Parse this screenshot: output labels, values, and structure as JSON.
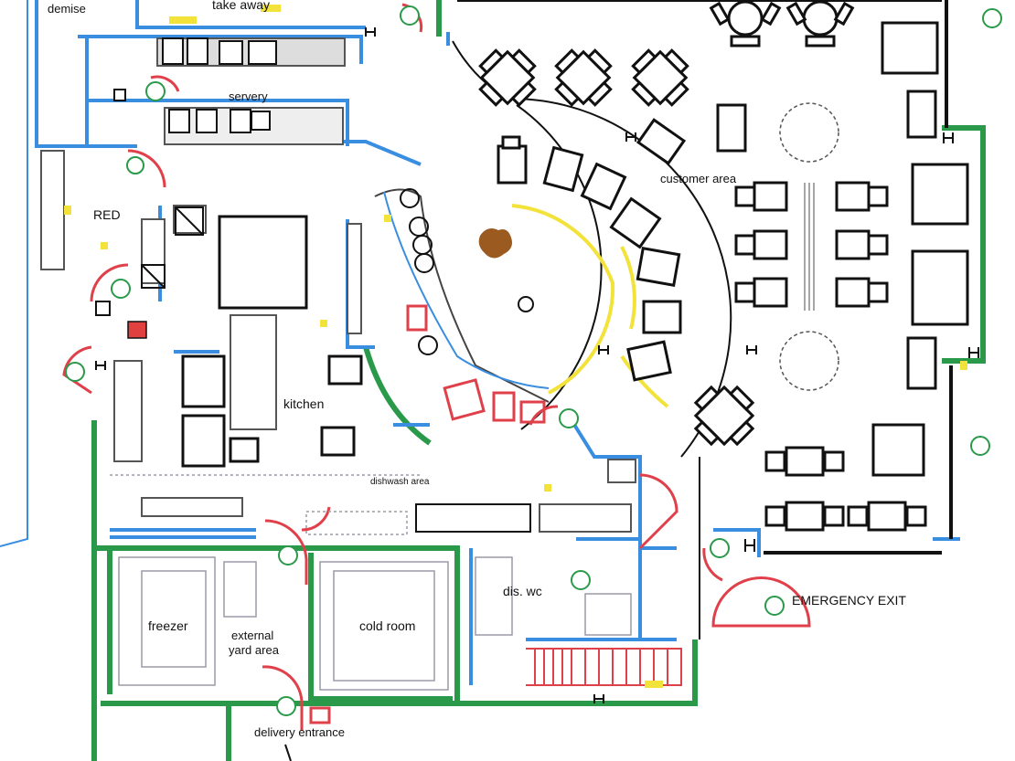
{
  "labels": {
    "demise": "demise",
    "take_away": "take away",
    "servery": "servery",
    "red": "RED",
    "kitchen": "kitchen",
    "customer_area": "customer area",
    "dishwash_area": "dishwash area",
    "freezer": "freezer",
    "cold_room": "cold room",
    "external_yard_area": "external\nyard area",
    "dis_wc": "dis. wc",
    "emergency_exit": "EMERGENCY EXIT",
    "delivery_entrance": "delivery entrance"
  },
  "colors": {
    "wall_green": "#2a9a4a",
    "wall_blue": "#3a8ee0",
    "door_red": "#e0404a",
    "accent_yellow": "#f2e23a",
    "furniture": "#111111",
    "fixture_grey": "#9a9aa8"
  }
}
